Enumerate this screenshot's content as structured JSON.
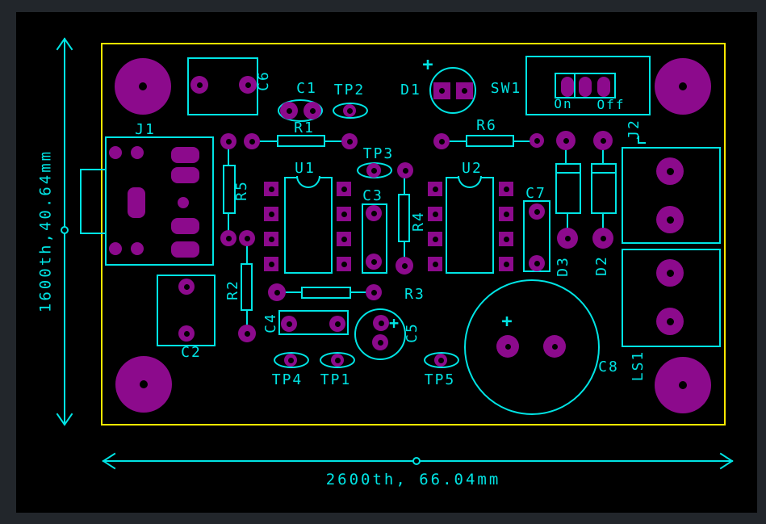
{
  "colors": {
    "silk": "#00e4e4",
    "pad": "#8c0a8c",
    "hole": "#000000",
    "board_outline": "#ffe800",
    "frame": "#22262b",
    "canvas": "#000000"
  },
  "dimensions": {
    "vertical_label": "1600th,40.64mm",
    "horizontal_label": "2600th, 66.04mm"
  },
  "labels": {
    "j1": "J1",
    "c6": "C6",
    "c1": "C1",
    "tp2": "TP2",
    "d1": "D1",
    "sw1": "SW1",
    "sw1_on": "On",
    "sw1_off": "Off",
    "r6": "R6",
    "r1": "R1",
    "r5": "R5",
    "r2": "R2",
    "tp3": "TP3",
    "u1": "U1",
    "u2": "U2",
    "c3": "C3",
    "r4": "R4",
    "c7": "C7",
    "d3": "D3",
    "d2": "D2",
    "j2": "J2",
    "r3": "R3",
    "c4": "C4",
    "c5": "C5",
    "c2": "C2",
    "tp4": "TP4",
    "tp1": "TP1",
    "tp5": "TP5",
    "c8": "C8",
    "ls1": "LS1",
    "plus": "+"
  }
}
